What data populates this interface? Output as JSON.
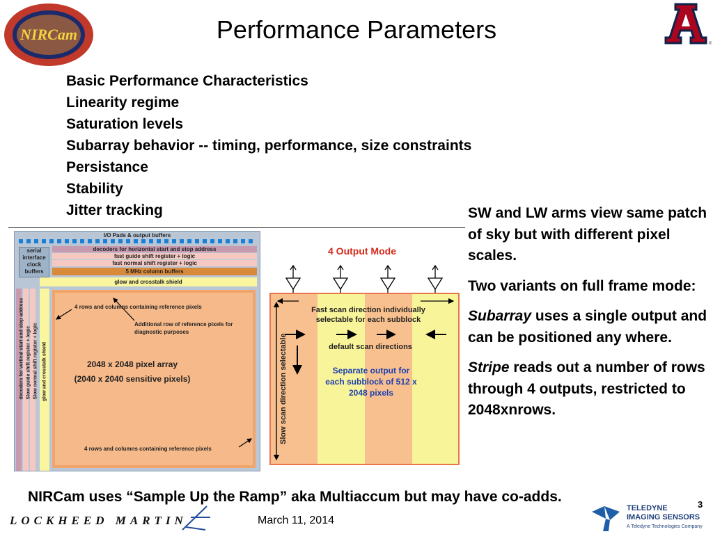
{
  "slide": {
    "title": "Performance Parameters",
    "bullets": [
      "Basic Performance Characteristics",
      "Linearity regime",
      "Saturation levels",
      "Subarray behavior --  timing, performance, size constraints",
      "Persistance",
      "Stability",
      "Jitter tracking"
    ],
    "right_text": {
      "p1": "SW and LW arms view same patch of sky but with different pixel scales.",
      "p2": "Two variants on full frame mode:",
      "p3_em": "Subarray",
      "p3_rest": " uses a single output and can be positioned any where.",
      "p4_em": "Stripe",
      "p4_rest": " reads out a number of rows through 4 outputs, restricted to 2048xnrows."
    },
    "footer_text": "NIRCam uses “Sample Up the Ramp” aka Multiaccum but may have co-adds.",
    "date": "March 11,  2014",
    "page_number": "3"
  },
  "detector_diagram": {
    "io_pads": "I/O Pads & output buffers",
    "serial_box": "serial interface clock buffers",
    "decoders_h": "decoders for horizontal start and stop address",
    "fast_guide": "fast guide shift register + logic",
    "fast_normal": "fast normal shift register + logic",
    "column_buffers": "5 MHz column buffers",
    "shield_top": "glow and crosstalk shield",
    "ref_top": "4 rows and columns containing reference pixels",
    "extra_ref": "Additional row of reference pixels for diagnostic purposes",
    "array_line1": "2048 x 2048 pixel array",
    "array_line2": "(2040 x 2040 sensitive pixels)",
    "ref_bottom": "4 rows and columns containing reference pixels",
    "vert_decoders": "decoders for vertical start and stop address",
    "vert_slow_guide": "Slow guide shift register + logic",
    "vert_slow_normal": "Slow normal shift register + logic",
    "vert_shield": "glow and crosstalk shield"
  },
  "output_mode_diagram": {
    "title": "4 Output Mode",
    "fast_scan": "Fast scan direction individually selectable for each subblock",
    "default_scan": "default scan directions",
    "separate_output": "Separate output for each subblock of 512 x 2048 pixels",
    "slow_scan": "Slow scan direction selectable"
  },
  "logos": {
    "nircam": "NIRCam",
    "ua": "A",
    "lockheed": "LOCKHEED MARTIN",
    "teledyne_1": "TELEDYNE",
    "teledyne_2": "IMAGING SENSORS",
    "teledyne_3": "A Teledyne Technologies Company"
  },
  "colors": {
    "stripe_orange": "#f8c08e",
    "stripe_yellow": "#f8f49a",
    "output_title_red": "#d42a1a",
    "separate_output_blue": "#1d3fae"
  }
}
